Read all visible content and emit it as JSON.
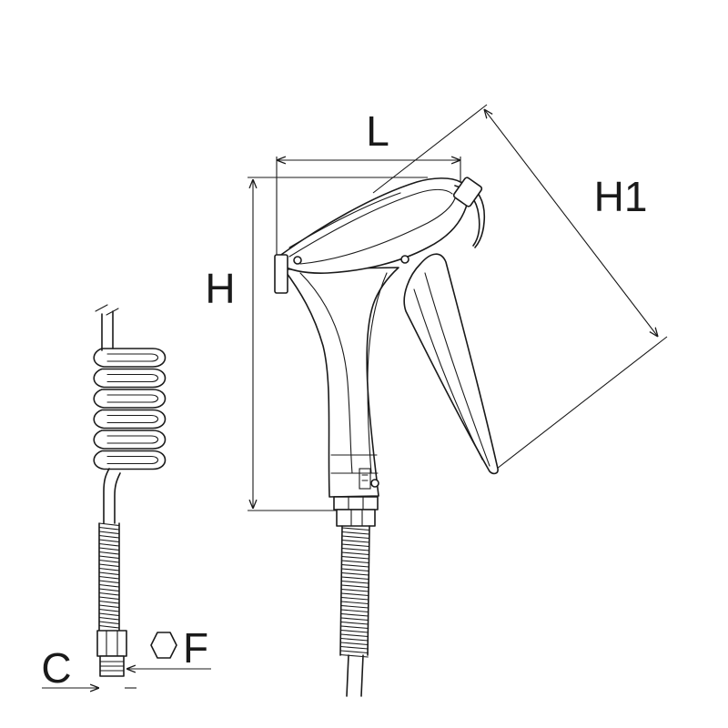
{
  "labels": {
    "length": "L",
    "height": "H",
    "height_diagonal": "H1",
    "thread": "C",
    "hex_size": "F"
  },
  "colors": {
    "line": "#1a1a1a",
    "background": "#ffffff"
  }
}
